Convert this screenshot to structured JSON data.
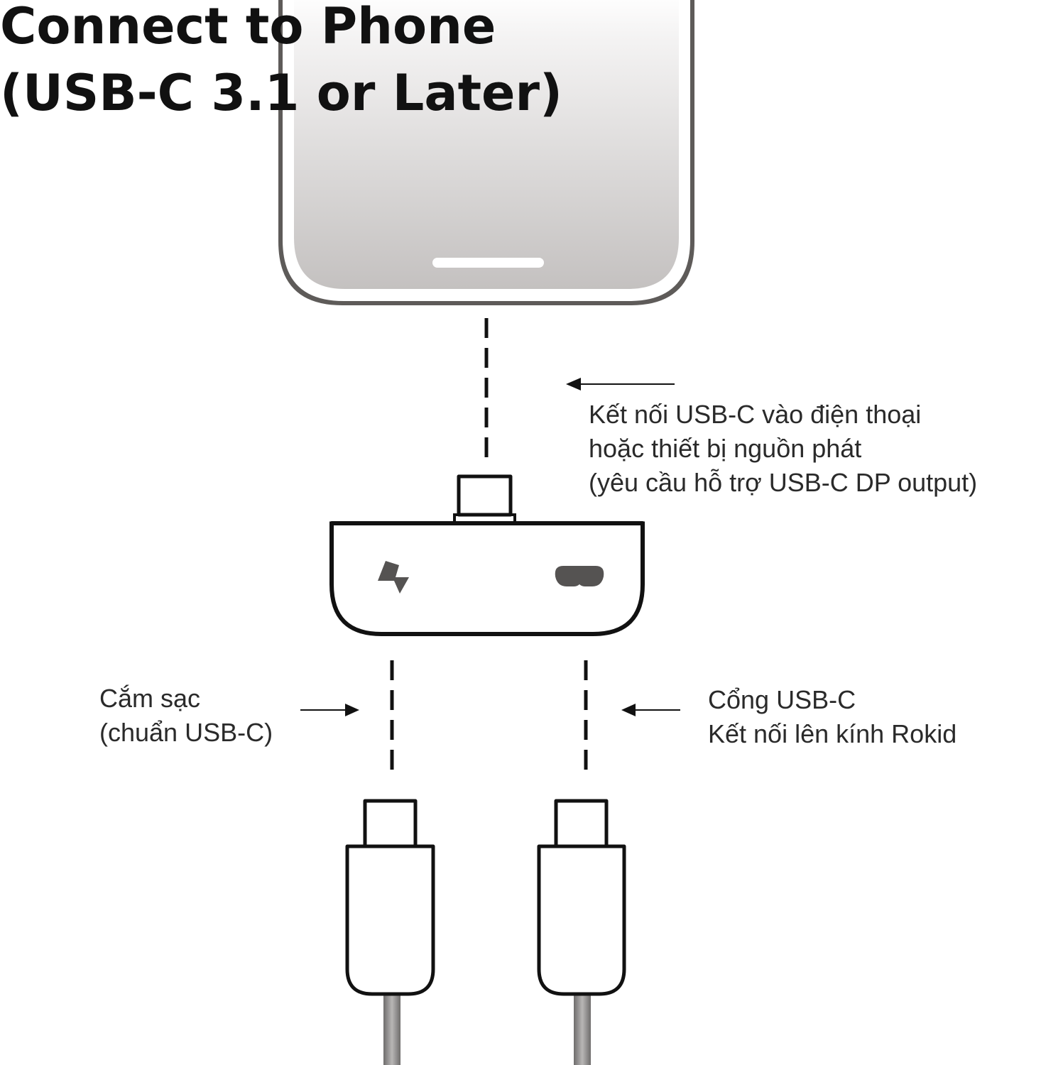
{
  "title": {
    "line1": "Connect to Phone",
    "line2": "(USB-C 3.1 or Later)"
  },
  "phone_label": {
    "line1": "Kết nối USB-C vào điện thoại",
    "line2": "hoặc thiết bị nguồn phát",
    "line3": "(yêu cầu hỗ trợ USB-C DP output)"
  },
  "charge_label": {
    "line1": "Cắm sạc",
    "line2": "(chuẩn USB-C)"
  },
  "glasses_label": {
    "line1": "Cổng USB-C",
    "line2": "Kết nối lên kính Rokid"
  },
  "icons": {
    "charge_port": "lightning-bolt-icon",
    "glasses_port": "glasses-icon"
  },
  "colors": {
    "outline": "#111111",
    "text": "#2a2a2a",
    "cable_gray": "#8d8b8a",
    "phone_screen_top": "#ffffff",
    "phone_screen_bottom": "#c9c7c6"
  }
}
